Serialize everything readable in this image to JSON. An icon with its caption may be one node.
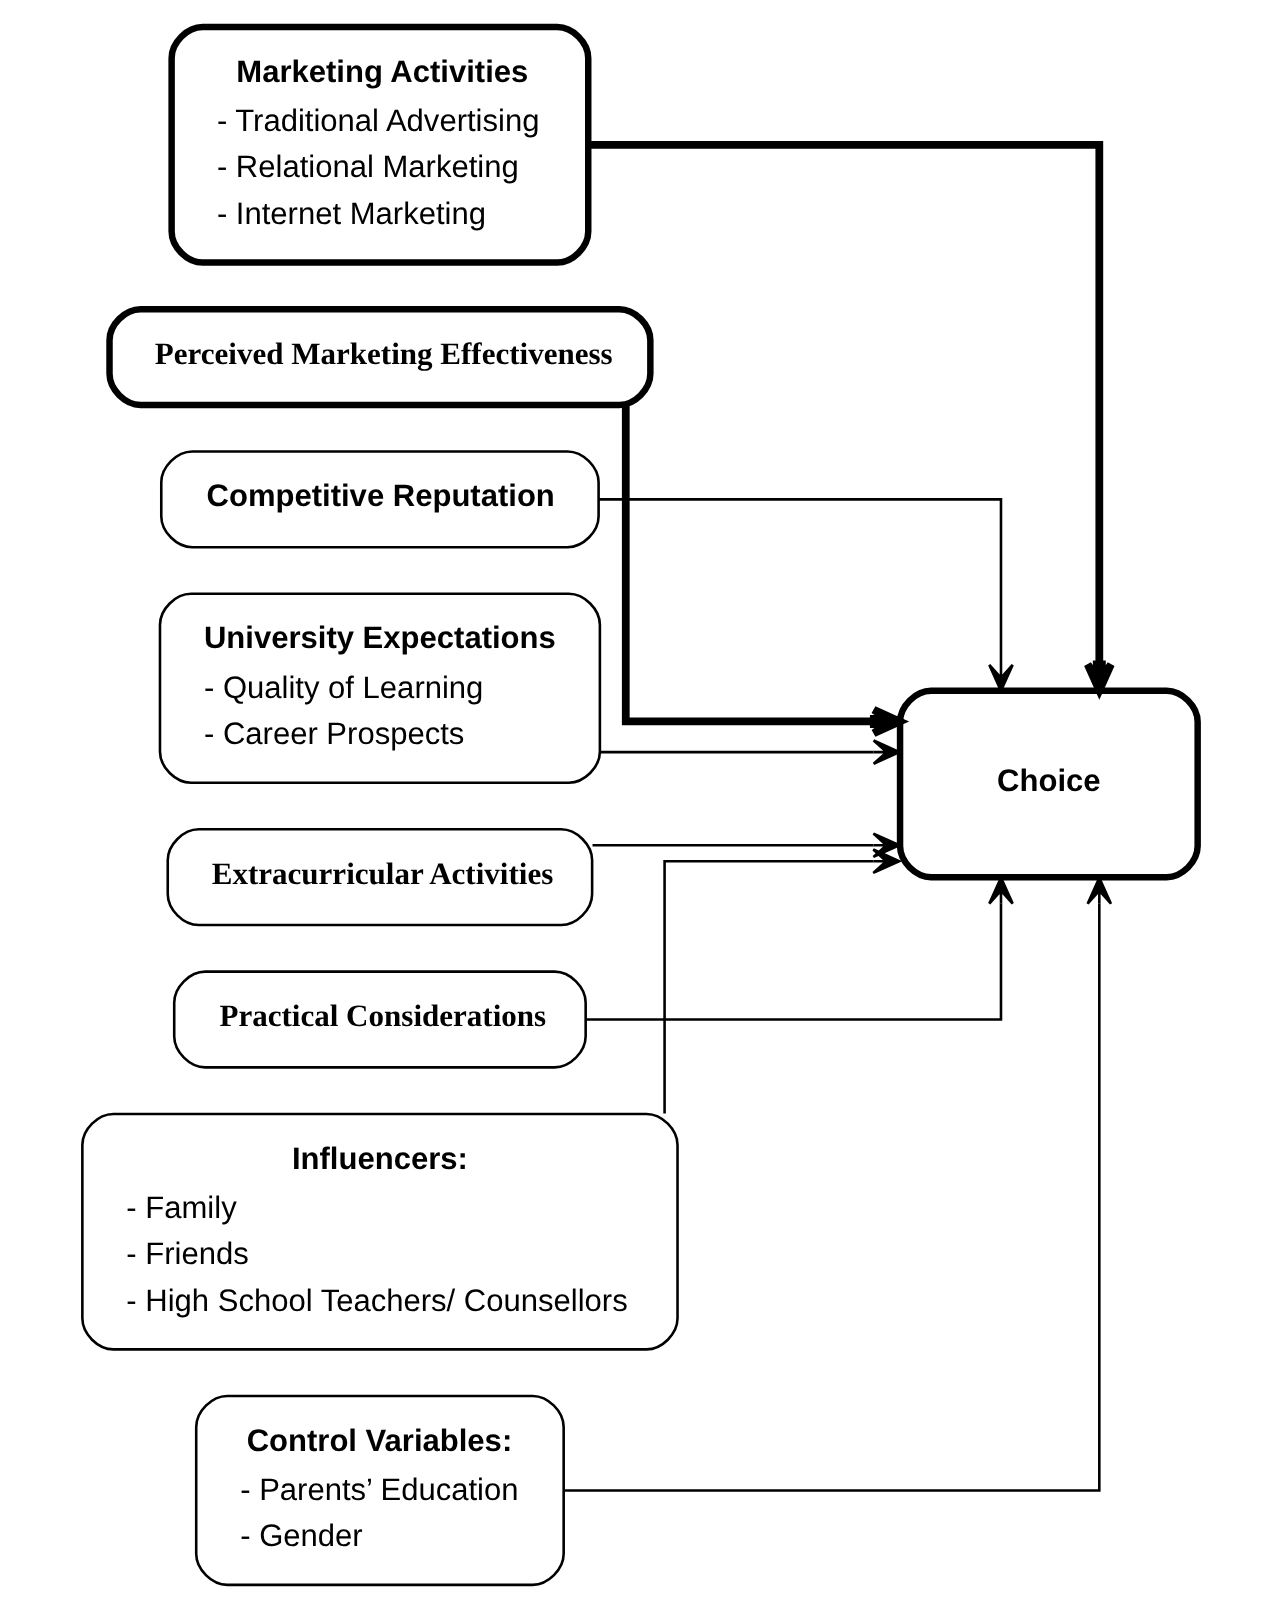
{
  "diagram": {
    "nodes": [
      {
        "text": [
          "Marketing Activities",
          "- Traditional Advertising",
          "- Relational Marketing",
          "- Internet Marketing"
        ]
      },
      {
        "text": [
          "Choice"
        ]
      },
      {
        "text": [
          "Perceived Marketing Effectiveness"
        ]
      },
      {
        "text": [
          "Competitive Reputation"
        ]
      },
      {
        "text": [
          "University Expectations",
          "- Quality of Learning",
          "- Career Prospects"
        ]
      },
      {
        "text": [
          "Extracurricular Activities"
        ]
      },
      {
        "text": [
          "Practical Considerations"
        ]
      },
      {
        "text": [
          "Influencers:",
          "- Family",
          "- Friends",
          "- High School Teachers/ Counsellors"
        ]
      },
      {
        "text": [
          "Control Variables:",
          "- Parents’ Education",
          "- Gender"
        ]
      }
    ],
    "edges": [
      {
        "from": 0,
        "to": 1,
        "arrow": "to",
        "style": "thick"
      },
      {
        "from": 2,
        "to": 1,
        "arrow": "to",
        "style": "thick"
      },
      {
        "from": 3,
        "to": 1,
        "arrow": "to"
      },
      {
        "from": 4,
        "to": 1,
        "arrow": "to"
      },
      {
        "from": 5,
        "to": 1,
        "arrow": "to"
      },
      {
        "from": 6,
        "to": 1,
        "arrow": "to"
      },
      {
        "from": 7,
        "to": 1,
        "arrow": "to"
      },
      {
        "from": 8,
        "to": 1,
        "arrow": "to"
      }
    ]
  }
}
